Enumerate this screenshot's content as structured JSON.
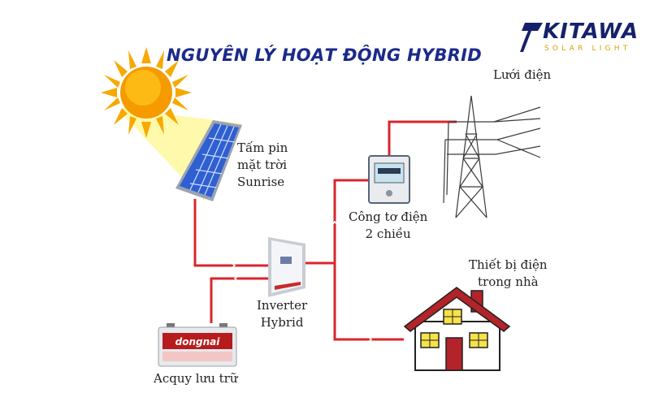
{
  "title": "NGUYÊN LÝ HOẠT ĐỘNG HYBRID",
  "logo": {
    "name": "KITAWA",
    "tagline": "SOLAR LIGHT",
    "colors": {
      "name": "#16216b",
      "tagline": "#d9a300"
    }
  },
  "nodes": {
    "solar_panel": {
      "line1": "Tấm pin",
      "line2": "mặt trời",
      "line3": "Sunrise",
      "icon": "solar-panel-icon"
    },
    "inverter": {
      "line1": "Inverter",
      "line2": "Hybrid",
      "icon": "inverter-icon"
    },
    "battery": {
      "label": "Acquy lưu trữ",
      "brand": "dongnai",
      "icon": "battery-icon"
    },
    "meter": {
      "line1": "Công tơ điện",
      "line2": "2 chiều",
      "icon": "meter-icon"
    },
    "grid": {
      "label": "Lưới điện",
      "icon": "power-tower-icon"
    },
    "house": {
      "line1": "Thiết bị điện",
      "line2": "trong nhà",
      "icon": "house-icon"
    }
  },
  "colors": {
    "wire": "#d8262c",
    "title": "#1b2a8a",
    "sun": "#f7a900",
    "sunbeam": "#fff9a8",
    "panel": "#2f5fd0"
  }
}
